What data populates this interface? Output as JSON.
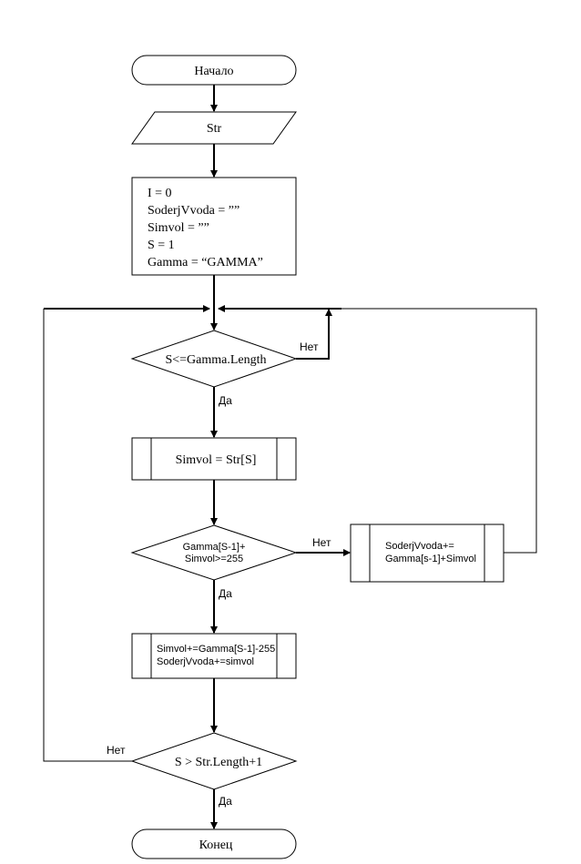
{
  "start": {
    "text": "Начало"
  },
  "input": {
    "text": "Str"
  },
  "init": {
    "lines": [
      "I = 0",
      "SoderjVvoda = ””",
      "Simvol = ””",
      "S = 1",
      "Gamma = “GAMMA”"
    ]
  },
  "cond_loop": {
    "text": "S<=Gamma.Length",
    "no": "Нет",
    "yes": "Да"
  },
  "assign_symbol": {
    "text": "Simvol = Str[S]"
  },
  "cond_overflow": {
    "lines": [
      "Gamma[S-1]+",
      "Simvol>=255"
    ],
    "no": "Нет",
    "yes": "Да"
  },
  "proc_no_overflow": {
    "lines": [
      "SoderjVvoda+=",
      "Gamma[s-1]+Simvol"
    ]
  },
  "proc_overflow": {
    "lines": [
      "Simvol+=Gamma[S-1]-255",
      "SoderjVvoda+=simvol"
    ]
  },
  "cond_end": {
    "text": "S > Str.Length+1",
    "no": "Нет",
    "yes": "Да"
  },
  "end": {
    "text": "Конец"
  }
}
